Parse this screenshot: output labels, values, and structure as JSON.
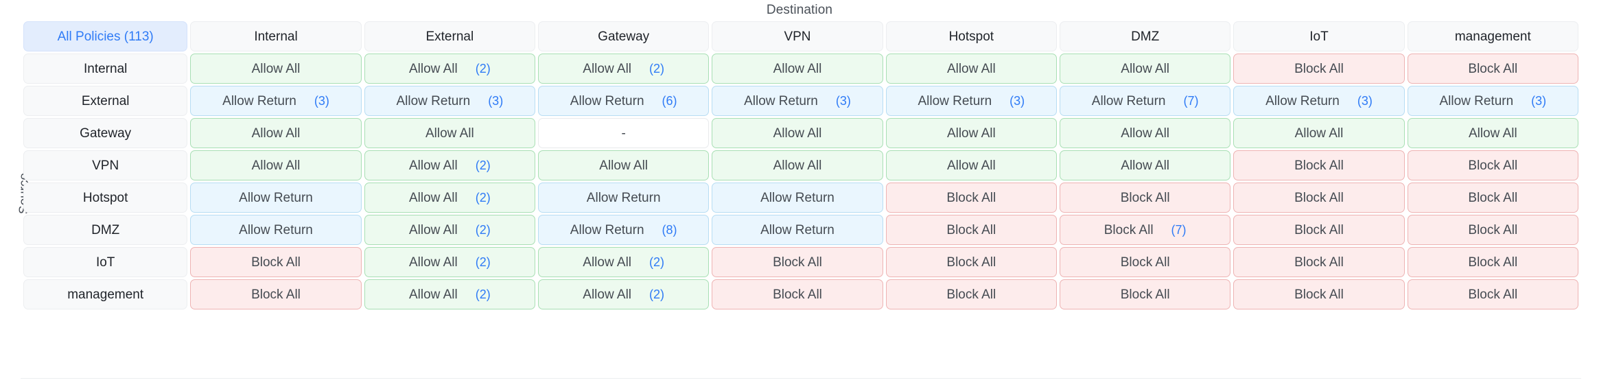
{
  "axis": {
    "destination_label": "Destination",
    "source_label": "Source"
  },
  "corner": {
    "label": "All Policies (113)"
  },
  "columns": [
    "Internal",
    "External",
    "Gateway",
    "VPN",
    "Hotspot",
    "DMZ",
    "IoT",
    "management"
  ],
  "rows": [
    "Internal",
    "External",
    "Gateway",
    "VPN",
    "Hotspot",
    "DMZ",
    "IoT",
    "management"
  ],
  "legend_values": {
    "allow": "Allow All",
    "return": "Allow Return",
    "block": "Block All",
    "empty": "-"
  },
  "colors": {
    "accent": "#2f7bf6",
    "allow_bg": "#edfaef",
    "allow_border": "#a8dfb4",
    "return_bg": "#eaf6fe",
    "return_border": "#b7ddf3",
    "block_bg": "#fdecec",
    "block_border": "#eeb3b3",
    "header_bg": "#f8f9fa",
    "corner_bg": "#e3edfd",
    "text": "#454b52"
  },
  "matrix": [
    {
      "source": "Internal",
      "cells": [
        {
          "type": "allow",
          "label": "Allow All",
          "count": ""
        },
        {
          "type": "allow",
          "label": "Allow All",
          "count": "(2)"
        },
        {
          "type": "allow",
          "label": "Allow All",
          "count": "(2)"
        },
        {
          "type": "allow",
          "label": "Allow All",
          "count": ""
        },
        {
          "type": "allow",
          "label": "Allow All",
          "count": ""
        },
        {
          "type": "allow",
          "label": "Allow All",
          "count": ""
        },
        {
          "type": "block",
          "label": "Block All",
          "count": ""
        },
        {
          "type": "block",
          "label": "Block All",
          "count": ""
        }
      ]
    },
    {
      "source": "External",
      "cells": [
        {
          "type": "ret",
          "label": "Allow Return",
          "count": "(3)"
        },
        {
          "type": "ret",
          "label": "Allow Return",
          "count": "(3)"
        },
        {
          "type": "ret",
          "label": "Allow Return",
          "count": "(6)"
        },
        {
          "type": "ret",
          "label": "Allow Return",
          "count": "(3)"
        },
        {
          "type": "ret",
          "label": "Allow Return",
          "count": "(3)"
        },
        {
          "type": "ret",
          "label": "Allow Return",
          "count": "(7)"
        },
        {
          "type": "ret",
          "label": "Allow Return",
          "count": "(3)"
        },
        {
          "type": "ret",
          "label": "Allow Return",
          "count": "(3)"
        }
      ]
    },
    {
      "source": "Gateway",
      "cells": [
        {
          "type": "allow",
          "label": "Allow All",
          "count": ""
        },
        {
          "type": "allow",
          "label": "Allow All",
          "count": ""
        },
        {
          "type": "none",
          "label": "-",
          "count": ""
        },
        {
          "type": "allow",
          "label": "Allow All",
          "count": ""
        },
        {
          "type": "allow",
          "label": "Allow All",
          "count": ""
        },
        {
          "type": "allow",
          "label": "Allow All",
          "count": ""
        },
        {
          "type": "allow",
          "label": "Allow All",
          "count": ""
        },
        {
          "type": "allow",
          "label": "Allow All",
          "count": ""
        }
      ]
    },
    {
      "source": "VPN",
      "cells": [
        {
          "type": "allow",
          "label": "Allow All",
          "count": ""
        },
        {
          "type": "allow",
          "label": "Allow All",
          "count": "(2)"
        },
        {
          "type": "allow",
          "label": "Allow All",
          "count": ""
        },
        {
          "type": "allow",
          "label": "Allow All",
          "count": ""
        },
        {
          "type": "allow",
          "label": "Allow All",
          "count": ""
        },
        {
          "type": "allow",
          "label": "Allow All",
          "count": ""
        },
        {
          "type": "block",
          "label": "Block All",
          "count": ""
        },
        {
          "type": "block",
          "label": "Block All",
          "count": ""
        }
      ]
    },
    {
      "source": "Hotspot",
      "cells": [
        {
          "type": "ret",
          "label": "Allow Return",
          "count": ""
        },
        {
          "type": "allow",
          "label": "Allow All",
          "count": "(2)"
        },
        {
          "type": "ret",
          "label": "Allow Return",
          "count": ""
        },
        {
          "type": "ret",
          "label": "Allow Return",
          "count": ""
        },
        {
          "type": "block",
          "label": "Block All",
          "count": ""
        },
        {
          "type": "block",
          "label": "Block All",
          "count": ""
        },
        {
          "type": "block",
          "label": "Block All",
          "count": ""
        },
        {
          "type": "block",
          "label": "Block All",
          "count": ""
        }
      ]
    },
    {
      "source": "DMZ",
      "cells": [
        {
          "type": "ret",
          "label": "Allow Return",
          "count": ""
        },
        {
          "type": "allow",
          "label": "Allow All",
          "count": "(2)"
        },
        {
          "type": "ret",
          "label": "Allow Return",
          "count": "(8)"
        },
        {
          "type": "ret",
          "label": "Allow Return",
          "count": ""
        },
        {
          "type": "block",
          "label": "Block All",
          "count": ""
        },
        {
          "type": "block",
          "label": "Block All",
          "count": "(7)"
        },
        {
          "type": "block",
          "label": "Block All",
          "count": ""
        },
        {
          "type": "block",
          "label": "Block All",
          "count": ""
        }
      ]
    },
    {
      "source": "IoT",
      "cells": [
        {
          "type": "block",
          "label": "Block All",
          "count": ""
        },
        {
          "type": "allow",
          "label": "Allow All",
          "count": "(2)"
        },
        {
          "type": "allow",
          "label": "Allow All",
          "count": "(2)"
        },
        {
          "type": "block",
          "label": "Block All",
          "count": ""
        },
        {
          "type": "block",
          "label": "Block All",
          "count": ""
        },
        {
          "type": "block",
          "label": "Block All",
          "count": ""
        },
        {
          "type": "block",
          "label": "Block All",
          "count": ""
        },
        {
          "type": "block",
          "label": "Block All",
          "count": ""
        }
      ]
    },
    {
      "source": "management",
      "cells": [
        {
          "type": "block",
          "label": "Block All",
          "count": ""
        },
        {
          "type": "allow",
          "label": "Allow All",
          "count": "(2)"
        },
        {
          "type": "allow",
          "label": "Allow All",
          "count": "(2)"
        },
        {
          "type": "block",
          "label": "Block All",
          "count": ""
        },
        {
          "type": "block",
          "label": "Block All",
          "count": ""
        },
        {
          "type": "block",
          "label": "Block All",
          "count": ""
        },
        {
          "type": "block",
          "label": "Block All",
          "count": ""
        },
        {
          "type": "block",
          "label": "Block All",
          "count": ""
        }
      ]
    }
  ]
}
